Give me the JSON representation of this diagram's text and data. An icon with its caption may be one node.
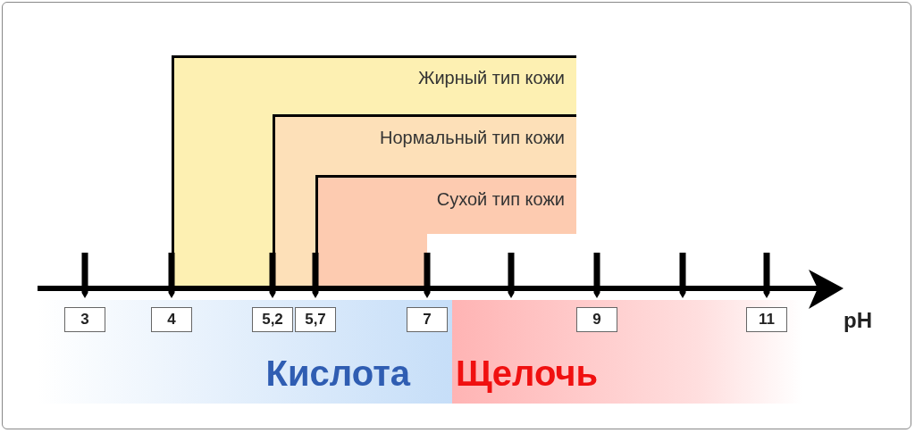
{
  "diagram": {
    "nodes": [
      {
        "text": [
          "Жирный тип кожи"
        ]
      },
      {
        "text": [
          "Нормальный тип кожи"
        ],
        "in": 0
      },
      {
        "text": [
          "Сухой тип кожи"
        ],
        "in": 1
      },
      {
        "text": [
          "Кислота"
        ]
      },
      {
        "text": [
          "Щелочь"
        ]
      },
      {
        "text": [
          "3"
        ],
        "in": 3
      },
      {
        "text": [
          "4"
        ],
        "in": 3
      },
      {
        "text": [
          "5,2"
        ],
        "in": 3
      },
      {
        "text": [
          "5,7"
        ],
        "in": 3
      },
      {
        "text": [
          "7"
        ],
        "in": 3
      },
      {
        "text": [
          "9"
        ],
        "in": 4
      },
      {
        "text": [
          "11"
        ],
        "in": 4
      }
    ],
    "labels": [
      "pH"
    ]
  }
}
